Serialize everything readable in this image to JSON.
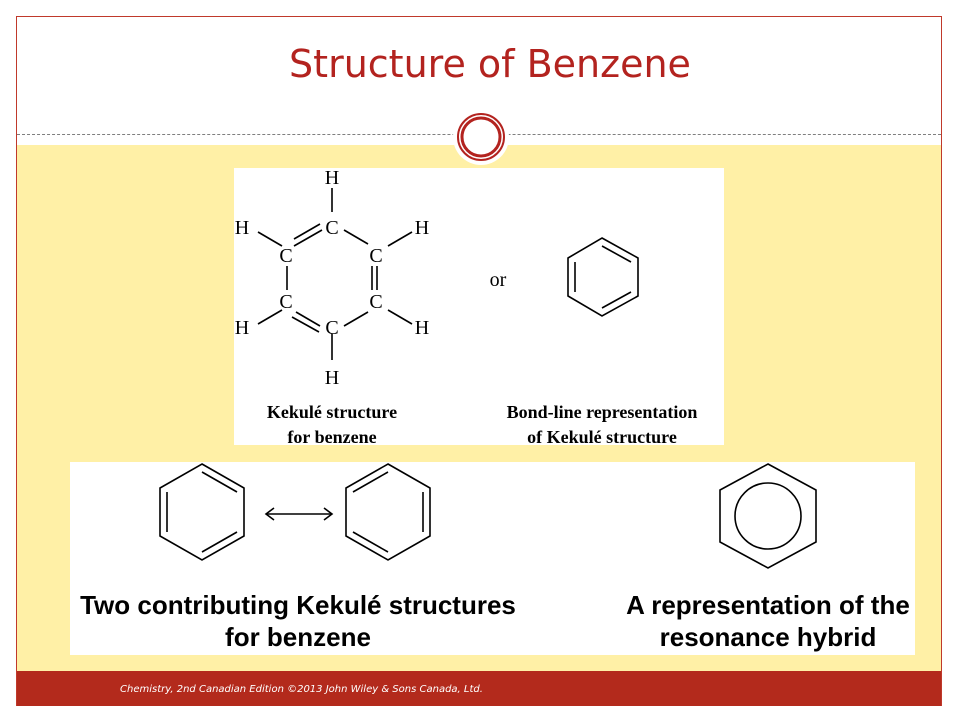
{
  "slide": {
    "title": "Structure of Benzene",
    "footer": "Chemistry, 2nd Canadian Edition ©2013 John Wiley & Sons Canada, Ltd."
  },
  "figure_top": {
    "atom_c": "C",
    "atom_h": "H",
    "connector": "or",
    "kekule_caption_line1": "Kekulé structure",
    "kekule_caption_line2": "for benzene",
    "bondline_caption_line1": "Bond-line representation",
    "bondline_caption_line2": "of Kekulé structure"
  },
  "figure_bottom": {
    "contrib_caption_line1": "Two contributing Kekulé structures",
    "contrib_caption_line2": "for benzene",
    "hybrid_caption_line1": "A representation of the",
    "hybrid_caption_line2": "resonance hybrid"
  },
  "colors": {
    "title": "#b3231f",
    "frame": "#c0392b",
    "content_bg": "#fff0a6",
    "footer_bg": "#b32a1c"
  }
}
